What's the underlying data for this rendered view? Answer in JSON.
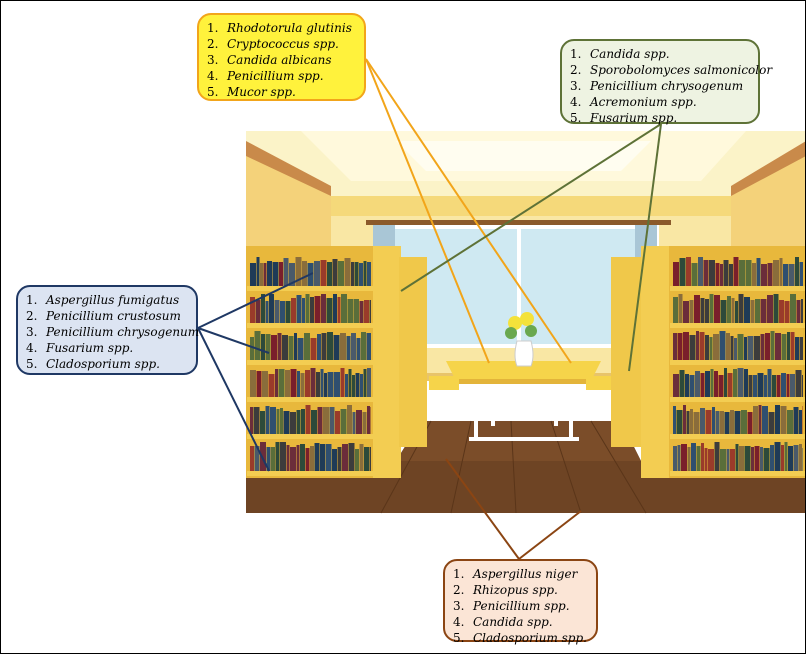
{
  "callouts": {
    "yellow": {
      "items": [
        "Rhodotorula glutinis",
        "Cryptococcus spp.",
        "Candida albicans",
        "Penicillium spp.",
        "Mucor spp."
      ],
      "fill": "#fff23c",
      "border": "#f2a51a"
    },
    "green": {
      "items": [
        "Candida spp.",
        "Sporobolomyces salmonicolor",
        "Penicillium chrysogenum",
        "Acremonium  spp.",
        "Fusarium spp."
      ],
      "fill": "#eef3e2",
      "border": "#5e7237"
    },
    "blue": {
      "items": [
        "Aspergillus fumigatus",
        "Penicillium crustosum",
        "Penicillium chrysogenum",
        "Fusarium  spp.",
        "Cladosporium spp."
      ],
      "fill": "#dce4f2",
      "border": "#1f3864"
    },
    "orange": {
      "items": [
        "Aspergillus niger",
        "Rhizopus spp.",
        "Penicillium spp.",
        "Candida spp.",
        "Cladosporium spp."
      ],
      "fill": "#fbe5d6",
      "border": "#8b4513"
    }
  },
  "numbers": [
    "1.",
    "2.",
    "3.",
    "4.",
    "5."
  ]
}
